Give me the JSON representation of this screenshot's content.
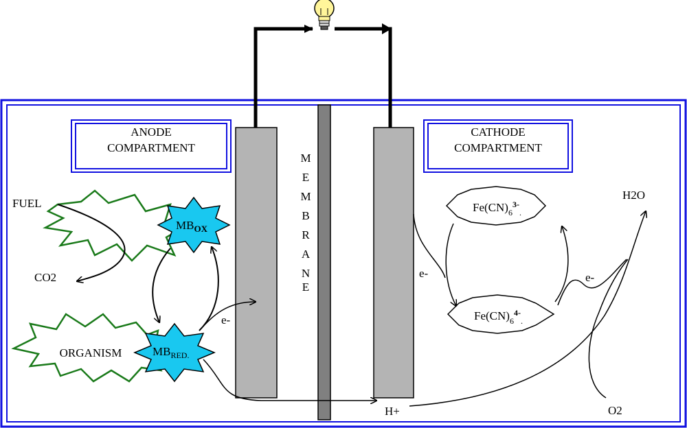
{
  "anode_title": [
    "ANODE",
    "COMPARTMENT"
  ],
  "cathode_title": [
    "CATHODE",
    "COMPARTMENT"
  ],
  "membrane_letters": [
    "M",
    "E",
    "M",
    "B",
    "R",
    "A",
    "N",
    "E"
  ],
  "fuel": "FUEL",
  "co2": "CO2",
  "organism": "ORGANISM",
  "mb_ox": {
    "base": "MB",
    "sub": "OX"
  },
  "mb_red": {
    "base": "MB",
    "sub": "RED."
  },
  "electron_anode": "e-",
  "electron_cathode_left": "e-",
  "electron_cathode_right": "e-",
  "fe3": {
    "base": "Fe(CN)",
    "sub": "6",
    "sup": "3-",
    "trail": "."
  },
  "fe4": {
    "base": "Fe(CN)",
    "sub": "6",
    "sup": "4-",
    "trail": "."
  },
  "h2o": "H2O",
  "o2": "O2",
  "hplus": "H+",
  "colors": {
    "frame": "#1010e0",
    "electrode": "#b4b4b4",
    "membrane": "#808080",
    "burst_outline": "#1a7a1a",
    "mb_fill": "#19c8f0"
  }
}
